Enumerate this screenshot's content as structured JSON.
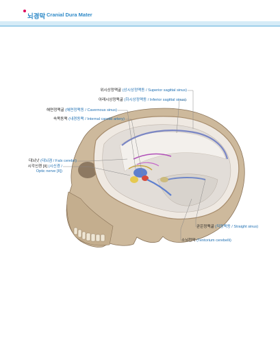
{
  "header": {
    "title_ko": "뇌경막",
    "title_en": "Cranial Dura Mater"
  },
  "labels": {
    "superior_sagittal_ko": "위시상정맥굴",
    "superior_sagittal_en": "(상시상정맥동 / Superior sagittal sinus)",
    "inferior_sagittal_ko": "아래시상정맥굴",
    "inferior_sagittal_en": "(하시상정맥동 / Inferior sagittal sinus)",
    "cavernous_ko": "해면정맥굴",
    "cavernous_en": "(해면정맥동 / Cavernous sinus)",
    "internal_carotid_ko": "속목동맥",
    "internal_carotid_en": "(내경동맥 / Internal carotid artery)",
    "falx_ko": "대뇌낫",
    "falx_en": "(대뇌겸 / Falx cerebri)",
    "optic_ko": "시각신경 [II]",
    "optic_en1": "(시신경 /",
    "optic_en2": "Optic nerve [II])",
    "straight_ko": "곧은정맥굴",
    "straight_en": "(직정맥동 / Straight sinus)",
    "tentorium_ko": "소뇌천막",
    "tentorium_en": "(Tentorium cerebelli)"
  },
  "colors": {
    "accent_blue": "#1f6fb2",
    "header_pink": "#e0005a",
    "bone": "#cdb99c",
    "dura": "#e9e4df"
  }
}
